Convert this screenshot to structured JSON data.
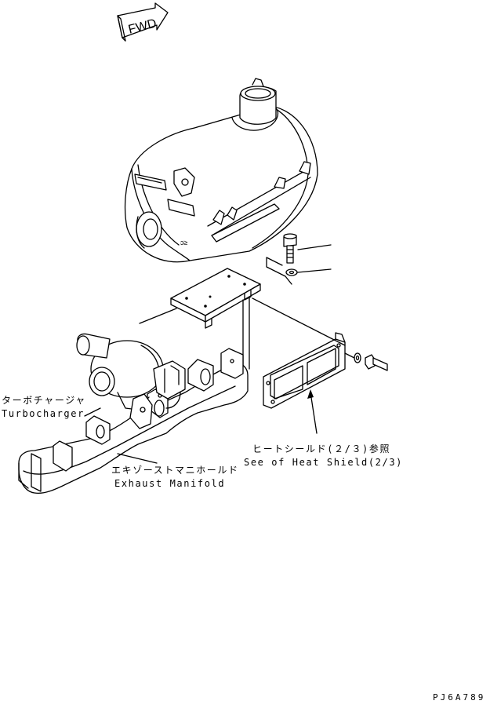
{
  "direction_arrow": {
    "label": "FWD"
  },
  "labels": {
    "turbocharger_jp": "ターボチャージャ",
    "turbocharger_en": "Turbocharger",
    "exhaust_manifold_jp": "エキゾーストマニホールド",
    "exhaust_manifold_en": "Exhaust Manifold",
    "heat_shield_ref_jp": "ヒートシールド(２/３)参照",
    "heat_shield_ref_en": "See of Heat Shield(2/3)"
  },
  "drawing_code": "PJ6A789",
  "parts": [
    {
      "name": "muffler"
    },
    {
      "name": "bolt"
    },
    {
      "name": "washer"
    },
    {
      "name": "bracket-plate"
    },
    {
      "name": "heat-shield-gasket"
    },
    {
      "name": "turbocharger"
    },
    {
      "name": "exhaust-manifold"
    }
  ]
}
